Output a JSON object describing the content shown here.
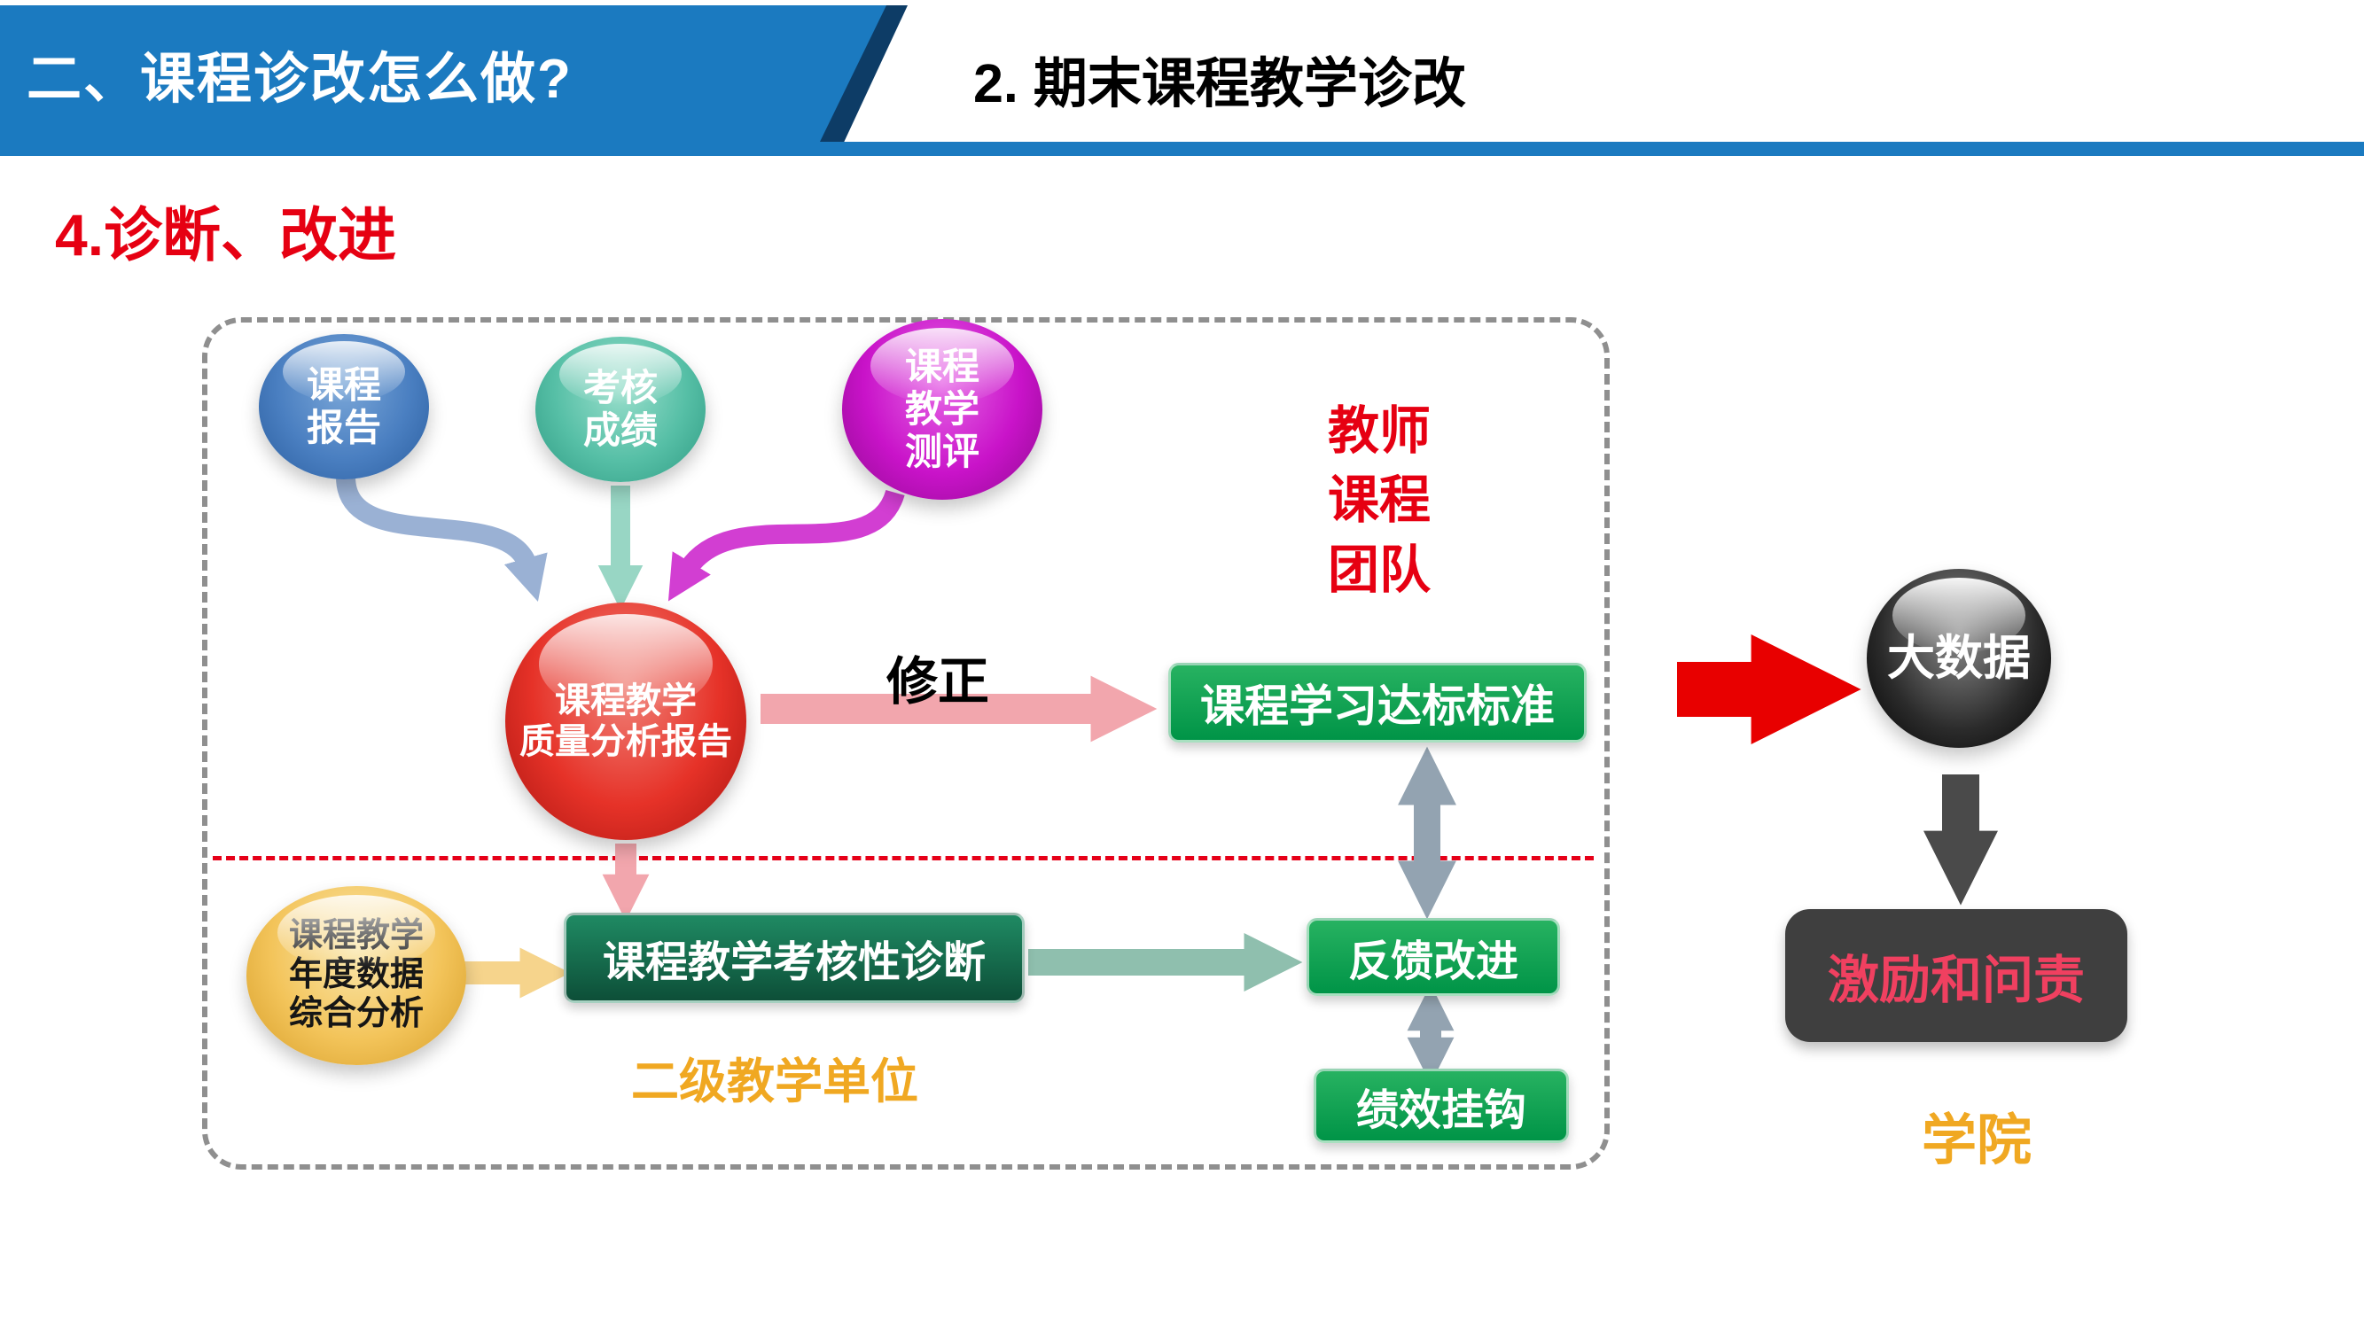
{
  "palette": {
    "banner_blue": "#1b7ac0",
    "banner_dark_blue": "#0d3c66",
    "heading_red": "#e60012",
    "green_box": "#00a651",
    "dark_green_box": "#14795a",
    "sphere_blue": "#4a7fc1",
    "sphere_teal": "#56bfa6",
    "sphere_magenta": "#c913c9",
    "sphere_red": "#e63228",
    "sphere_yellow": "#f3c45a",
    "sphere_black": "#111111",
    "gray_arrow": "#93a3b1",
    "big_red_arrow": "#e80000",
    "dark_box": "#3f3f3f",
    "incentive_text": "#f04060",
    "gold_text": "#f0a822"
  },
  "header": {
    "banner_title": "二、课程诊改怎么做?",
    "page_title": "2. 期末课程教学诊改"
  },
  "section_heading": "4.诊断、改进",
  "diagram": {
    "inputs": {
      "course_report": "课程\n报告",
      "assessment_scores": "考核\n成绩",
      "course_teaching_eval": "课程\n教学\n测评"
    },
    "teacher_team_label": "教师\n课程\n团队",
    "quality_report_sphere": "课程教学\n质量分析报告",
    "fix_label": "修正",
    "standard_box": "课程学习达标标准",
    "annual_data_sphere": "课程教学\n年度数据\n综合分析",
    "diagnosis_box": "课程教学考核性诊断",
    "feedback_box": "反馈改进",
    "performance_box": "绩效挂钩",
    "unit_label": "二级教学单位",
    "bigdata_sphere": "大数据",
    "incentive_box": "激励和问责",
    "college_label": "学院"
  }
}
